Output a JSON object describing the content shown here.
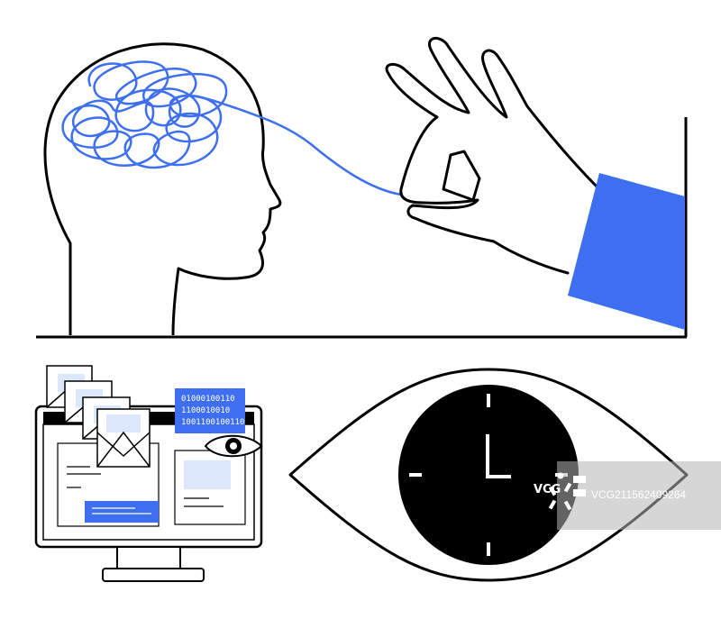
{
  "colors": {
    "ink": "#000000",
    "accent": "#3d6ff0",
    "pale": "#dde7fb",
    "background": "#ffffff",
    "watermark_band": "#b4b4b4"
  },
  "binary_panel": {
    "lines": [
      "01000100110",
      "1100010010",
      "1001100100110"
    ]
  },
  "watermark": {
    "brand": "VCG",
    "id": "VCG211562409264"
  },
  "icons": [
    "head-silhouette-icon",
    "tangled-thought-icon",
    "pinching-hand-icon",
    "computer-monitor-icon",
    "envelope-icon",
    "eye-icon",
    "clock-icon"
  ]
}
